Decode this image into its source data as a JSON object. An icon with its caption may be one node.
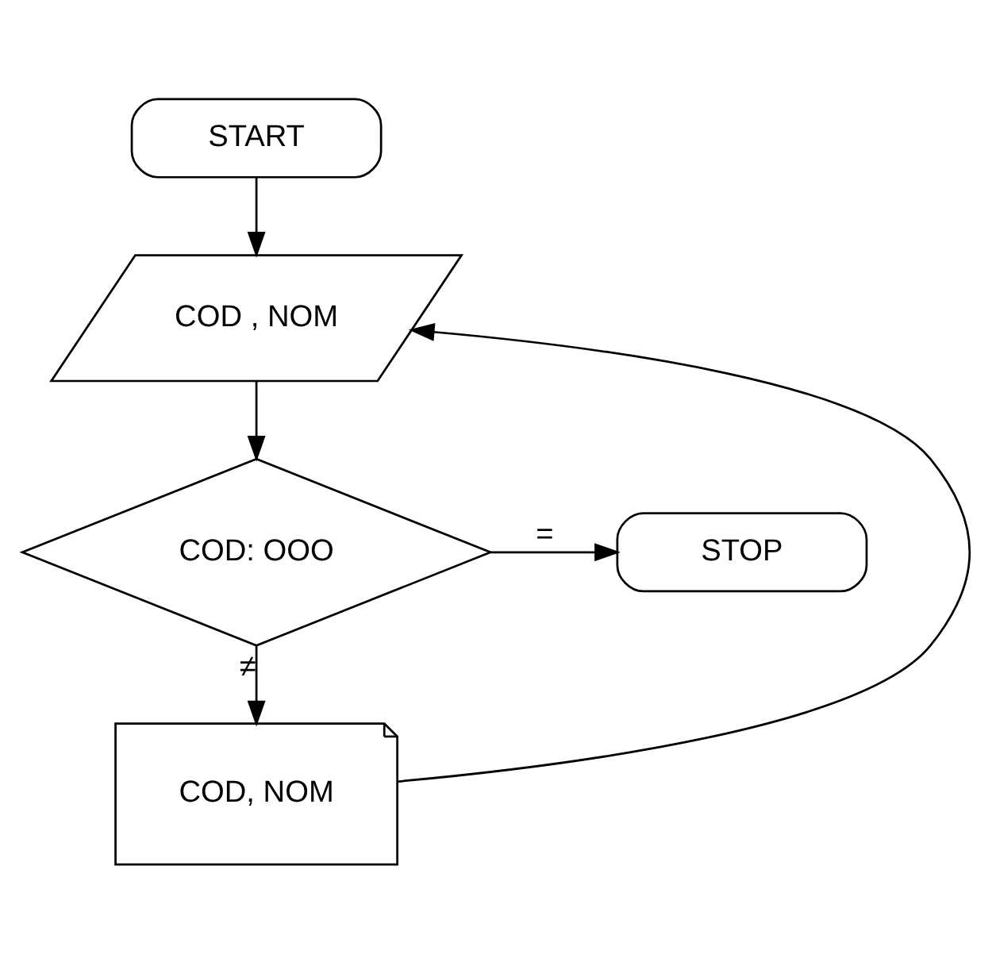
{
  "diagram": {
    "nodes": [
      {
        "text": [
          "START"
        ]
      },
      {
        "text": [
          "COD , NOM"
        ]
      },
      {
        "text": [
          "COD: OOO"
        ]
      },
      {
        "text": [
          "STOP"
        ]
      },
      {
        "text": [
          "COD, NOM"
        ]
      }
    ],
    "edges": [
      {
        "from": 0,
        "to": 1,
        "arrow": "to"
      },
      {
        "from": 1,
        "to": 2,
        "arrow": "to"
      },
      {
        "from": 2,
        "to": 3,
        "arrow": "to",
        "label": "="
      },
      {
        "from": 2,
        "to": 4,
        "arrow": "to",
        "label": "≠"
      },
      {
        "from": 4,
        "to": 1,
        "arrow": "to"
      }
    ]
  }
}
